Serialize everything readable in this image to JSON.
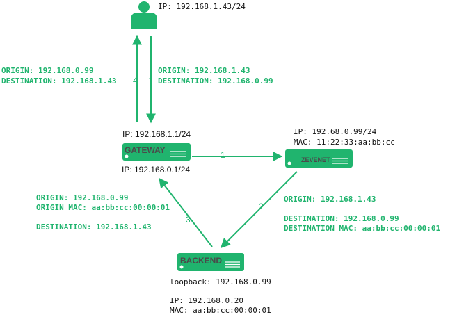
{
  "colors": {
    "accent": "#20b46e",
    "text": "#111111",
    "server_label": "#4a4a4a"
  },
  "client": {
    "icon": "user-icon",
    "ip": "IP: 192.168.1.43/24",
    "left_packet": {
      "origin": "ORIGIN: 192.168.0.99",
      "destination": "DESTINATION: 192.168.1.43"
    },
    "right_packet": {
      "origin": "ORIGIN: 192.168.1.43",
      "destination": "DESTINATION: 192.168.0.99"
    }
  },
  "gateway": {
    "label": "GATEWAY",
    "ip_top": "IP: 192.168.1.1/24",
    "ip_bottom": "IP: 192.168.0.1/24"
  },
  "zevenet": {
    "label": "ZEVENET",
    "ip": "IP: 192.68.0.99/24",
    "mac": "MAC: 11:22:33:aa:bb:cc"
  },
  "backend": {
    "label": "BACKEND",
    "loopback": "loopback: 192.168.0.99",
    "ip": "IP: 192.168.0.20",
    "mac": "MAC: aa:bb:cc:00:00:01"
  },
  "packet_3": {
    "origin": "ORIGIN: 192.168.0.99",
    "origin_mac": "ORIGIN MAC: aa:bb:cc:00:00:01",
    "destination": "DESTINATION: 192.168.1.43"
  },
  "packet_2": {
    "origin": "ORIGIN: 192.168.1.43",
    "destination": "DESTINATION: 192.168.0.99",
    "destination_mac": "DESTINATION MAC: aa:bb:cc:00:00:01"
  },
  "steps": {
    "s1": "1",
    "s2": "2",
    "s3": "3",
    "s4": "4",
    "s1b": "1"
  }
}
